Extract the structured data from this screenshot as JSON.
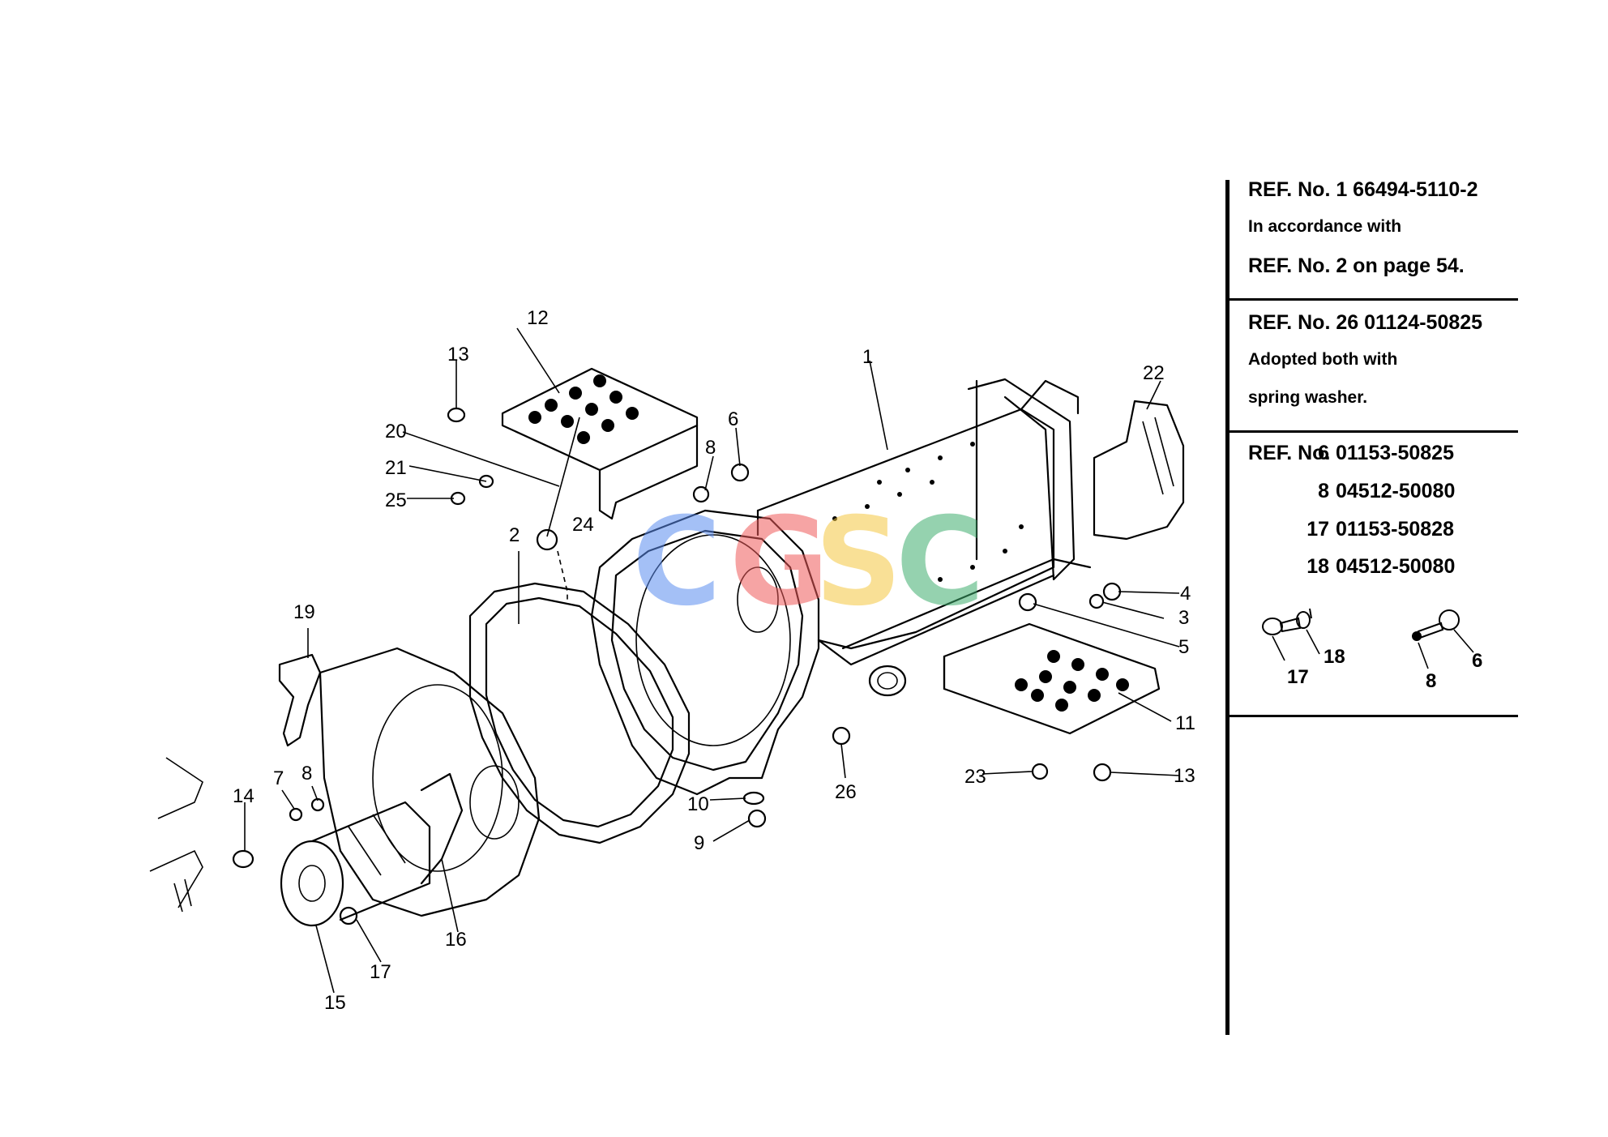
{
  "callouts": {
    "c1": "1",
    "c2": "2",
    "c3": "3",
    "c4": "4",
    "c5": "5",
    "c6": "6",
    "c7": "7",
    "c8a": "8",
    "c8b": "8",
    "c9": "9",
    "c10": "10",
    "c11": "11",
    "c12": "12",
    "c13a": "13",
    "c13b": "13",
    "c14": "14",
    "c15": "15",
    "c16": "16",
    "c17": "17",
    "c19": "19",
    "c20": "20",
    "c21": "21",
    "c22": "22",
    "c23": "23",
    "c24": "24",
    "c25": "25",
    "c26": "26"
  },
  "watermark": {
    "text": "CGSC"
  },
  "notes": {
    "block1": {
      "line1": "REF. No. 1  66494-5110-2",
      "line2": "In accordance with",
      "line3": "REF. No. 2  on page 54."
    },
    "block2": {
      "line1": "REF. No. 26  01124-50825",
      "line2": "Adopted both with",
      "line3": "spring washer."
    },
    "block3": {
      "header": "REF. No.",
      "rows": [
        {
          "idx": "6",
          "pn": "01153-50825"
        },
        {
          "idx": "8",
          "pn": "04512-50080"
        },
        {
          "idx": "17",
          "pn": "01153-50828"
        },
        {
          "idx": "18",
          "pn": "04512-50080"
        }
      ],
      "inset_labels": {
        "a": "17",
        "b": "18",
        "c": "8",
        "d": "6"
      }
    }
  }
}
